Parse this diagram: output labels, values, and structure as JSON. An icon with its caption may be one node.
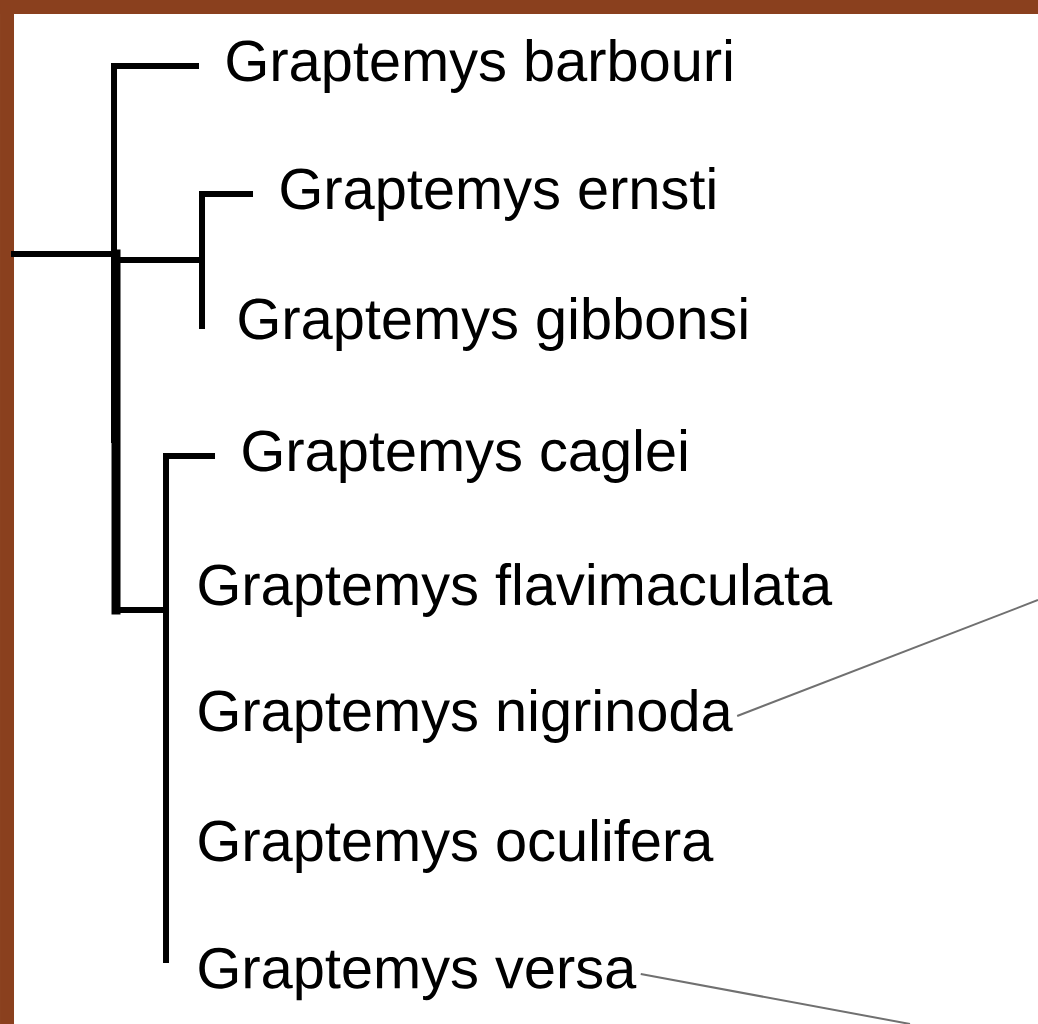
{
  "diagram": {
    "nodes": [
      {
        "text": [
          "Graptemys barbouri"
        ]
      },
      {
        "text": [
          "Graptemys ernsti"
        ]
      },
      {
        "text": [
          "Graptemys gibbonsi"
        ]
      },
      {
        "text": [
          "Graptemys caglei"
        ]
      },
      {
        "text": [
          "Graptemys flavimaculata"
        ]
      },
      {
        "text": [
          "Graptemys nigrinoda"
        ]
      },
      {
        "text": [
          "Graptemys oculifera"
        ]
      },
      {
        "text": [
          "Graptemys versa"
        ]
      }
    ],
    "edges": [
      {
        "from": 5,
        "to": null,
        "arrow": "none"
      },
      {
        "from": 7,
        "to": null,
        "arrow": "none"
      }
    ]
  }
}
